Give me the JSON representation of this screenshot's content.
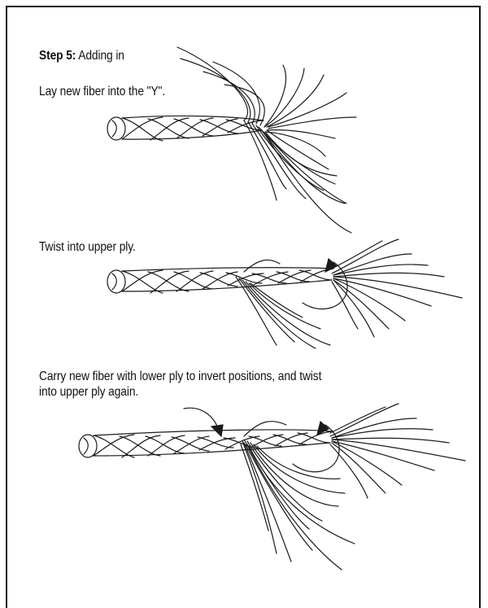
{
  "step": {
    "number_label": "Step 5:",
    "title": "Adding in"
  },
  "captions": {
    "first": "Lay new fiber into the \"Y\".",
    "second": "Twist into upper ply.",
    "third": "Carry new fiber with lower ply to invert positions, and twist into upper ply again."
  },
  "colors": {
    "ink": "#111111",
    "background": "#ffffff"
  }
}
